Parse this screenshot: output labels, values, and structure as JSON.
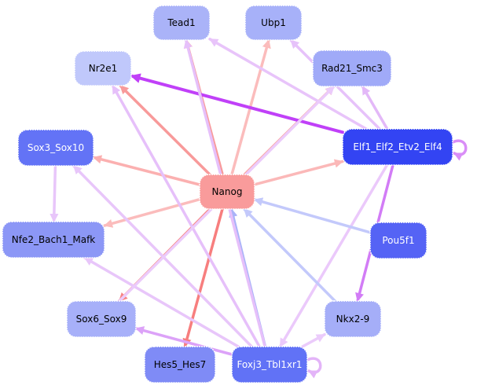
{
  "graph": {
    "title": "Nanog regulatory network",
    "nodes": [
      {
        "id": "Nanog",
        "label": "Nanog",
        "fill": "#f99b9b",
        "text": "#000000"
      },
      {
        "id": "Tead1",
        "label": "Tead1",
        "fill": "#aab3f8",
        "text": "#000000"
      },
      {
        "id": "Ubp1",
        "label": "Ubp1",
        "fill": "#a7b1f9",
        "text": "#000000"
      },
      {
        "id": "Nr2e1",
        "label": "Nr2e1",
        "fill": "#c0c8fb",
        "text": "#000000"
      },
      {
        "id": "Rad21_Smc3",
        "label": "Rad21_Smc3",
        "fill": "#a0aaf8",
        "text": "#000000"
      },
      {
        "id": "Sox3_Sox10",
        "label": "Sox3_Sox10",
        "fill": "#6373f6",
        "text": "#ffffff"
      },
      {
        "id": "Elf1_Elf2_Etv2_Elf4",
        "label": "Elf1_Elf2_Etv2_Elf4",
        "fill": "#3344f3",
        "text": "#ffffff"
      },
      {
        "id": "Nfe2_Bach1_Mafk",
        "label": "Nfe2_Bach1_Mafk",
        "fill": "#8c97f6",
        "text": "#000000"
      },
      {
        "id": "Pou5f1",
        "label": "Pou5f1",
        "fill": "#5563f5",
        "text": "#ffffff"
      },
      {
        "id": "Sox6_Sox9",
        "label": "Sox6_Sox9",
        "fill": "#a7b0f9",
        "text": "#000000"
      },
      {
        "id": "Nkx2-9",
        "label": "Nkx2-9",
        "fill": "#a5aef8",
        "text": "#000000"
      },
      {
        "id": "Hes5_Hes7",
        "label": "Hes5_Hes7",
        "fill": "#7f8bf6",
        "text": "#000000"
      },
      {
        "id": "Foxj3_Tbl1xr1",
        "label": "Foxj3_Tbl1xr1",
        "fill": "#6172f6",
        "text": "#ffffff"
      }
    ],
    "edges": [
      {
        "from": "Nanog",
        "to": "Tead1",
        "color": "#f89a9a"
      },
      {
        "from": "Nanog",
        "to": "Ubp1",
        "color": "#fbbcbc"
      },
      {
        "from": "Nanog",
        "to": "Nr2e1",
        "color": "#f89a9a"
      },
      {
        "from": "Nanog",
        "to": "Rad21_Smc3",
        "color": "#f9a5a5"
      },
      {
        "from": "Nanog",
        "to": "Sox3_Sox10",
        "color": "#fbb0b0"
      },
      {
        "from": "Nanog",
        "to": "Elf1_Elf2_Etv2_Elf4",
        "color": "#fbb8b8"
      },
      {
        "from": "Nanog",
        "to": "Nfe2_Bach1_Mafk",
        "color": "#fbbcbc"
      },
      {
        "from": "Nanog",
        "to": "Sox6_Sox9",
        "color": "#f78585"
      },
      {
        "from": "Nanog",
        "to": "Hes5_Hes7",
        "color": "#f77e7e"
      },
      {
        "from": "Elf1_Elf2_Etv2_Elf4",
        "to": "Nr2e1",
        "color": "#c040f8"
      },
      {
        "from": "Elf1_Elf2_Etv2_Elf4",
        "to": "Rad21_Smc3",
        "color": "#e3b8f8"
      },
      {
        "from": "Elf1_Elf2_Etv2_Elf4",
        "to": "Tead1",
        "color": "#e8c4fa"
      },
      {
        "from": "Elf1_Elf2_Etv2_Elf4",
        "to": "Ubp1",
        "color": "#e6c2fa"
      },
      {
        "from": "Elf1_Elf2_Etv2_Elf4",
        "to": "Nkx2-9",
        "color": "#d27cf6"
      },
      {
        "from": "Elf1_Elf2_Etv2_Elf4",
        "to": "Foxj3_Tbl1xr1",
        "color": "#ebc9fb"
      },
      {
        "from": "Elf1_Elf2_Etv2_Elf4",
        "to": "Elf1_Elf2_Etv2_Elf4",
        "color": "#d98ef7",
        "self": true
      },
      {
        "from": "Pou5f1",
        "to": "Nanog",
        "color": "#c3c9fb"
      },
      {
        "from": "Nkx2-9",
        "to": "Nanog",
        "color": "#c3c9fb"
      },
      {
        "from": "Foxj3_Tbl1xr1",
        "to": "Nanog",
        "color": "#aab3f8"
      },
      {
        "from": "Foxj3_Tbl1xr1",
        "to": "Tead1",
        "color": "#e6c0fa"
      },
      {
        "from": "Foxj3_Tbl1xr1",
        "to": "Nr2e1",
        "color": "#e6c0fa"
      },
      {
        "from": "Foxj3_Tbl1xr1",
        "to": "Sox3_Sox10",
        "color": "#e8c6fa"
      },
      {
        "from": "Foxj3_Tbl1xr1",
        "to": "Nfe2_Bach1_Mafk",
        "color": "#e8c6fa"
      },
      {
        "from": "Foxj3_Tbl1xr1",
        "to": "Sox6_Sox9",
        "color": "#dca2f8"
      },
      {
        "from": "Foxj3_Tbl1xr1",
        "to": "Nkx2-9",
        "color": "#ebcbfb"
      },
      {
        "from": "Foxj3_Tbl1xr1",
        "to": "Foxj3_Tbl1xr1",
        "color": "#e3b4f8",
        "self": true
      },
      {
        "from": "Sox6_Sox9",
        "to": "Rad21_Smc3",
        "color": "#ebcbfb"
      },
      {
        "from": "Sox3_Sox10",
        "to": "Nfe2_Bach1_Mafk",
        "color": "#e8c6fa"
      }
    ]
  }
}
